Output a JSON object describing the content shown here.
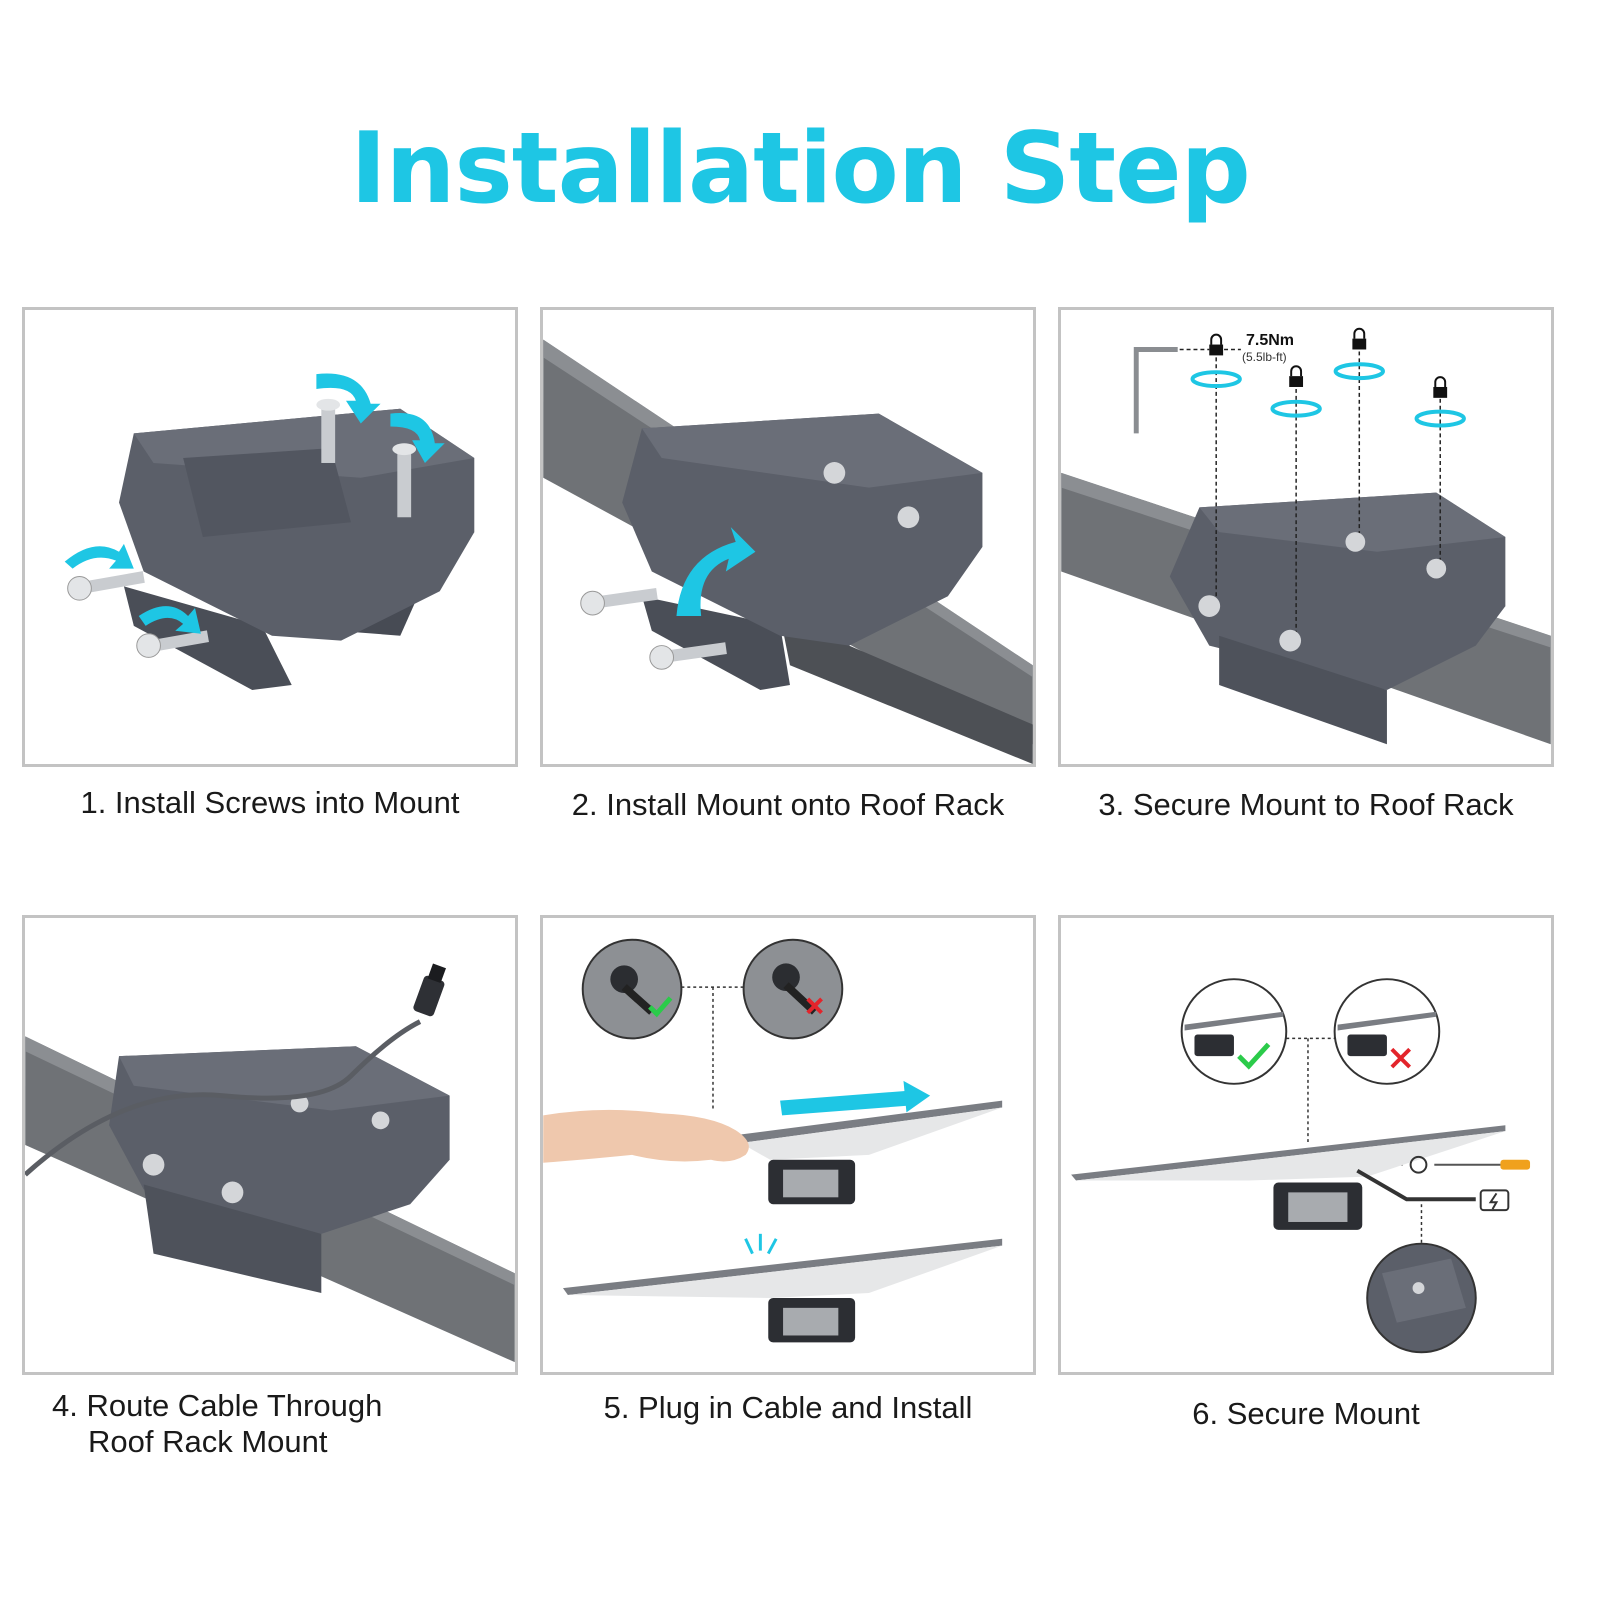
{
  "title": "Installation Step",
  "colors": {
    "accent": "#1ec6e4",
    "mount": "#5b5f69",
    "rail": "#6f7276",
    "border": "#c3c3c3",
    "check": "#2bcb4a",
    "cross": "#e3242b"
  },
  "steps": [
    {
      "number": 1,
      "caption": "1. Install Screws into Mount",
      "icons": [
        "mount",
        "screw",
        "rotate-arrow-icon"
      ]
    },
    {
      "number": 2,
      "caption": "2. Install Mount onto Roof Rack",
      "icons": [
        "mount",
        "roof-rack-bar",
        "curved-arrow-icon"
      ]
    },
    {
      "number": 3,
      "caption": "3. Secure Mount to Roof Rack",
      "torque": "7.5Nm",
      "torque_alt": "(5.5lb-ft)",
      "icons": [
        "hex-key-icon",
        "lock-icon",
        "rotate-arrow-icon"
      ]
    },
    {
      "number": 4,
      "caption_line1": "4. Route Cable Through",
      "caption_line2": "Roof Rack Mount",
      "icons": [
        "mount",
        "cable-plug-icon"
      ]
    },
    {
      "number": 5,
      "caption": "5. Plug in Cable and Install",
      "icons": [
        "check-icon",
        "cross-icon",
        "slide-arrow-icon",
        "hand-icon",
        "click-icon"
      ]
    },
    {
      "number": 6,
      "caption": "6. Secure Mount",
      "icons": [
        "check-icon",
        "cross-icon",
        "unlock-icon",
        "screwdriver-icon",
        "charging-icon"
      ]
    }
  ]
}
